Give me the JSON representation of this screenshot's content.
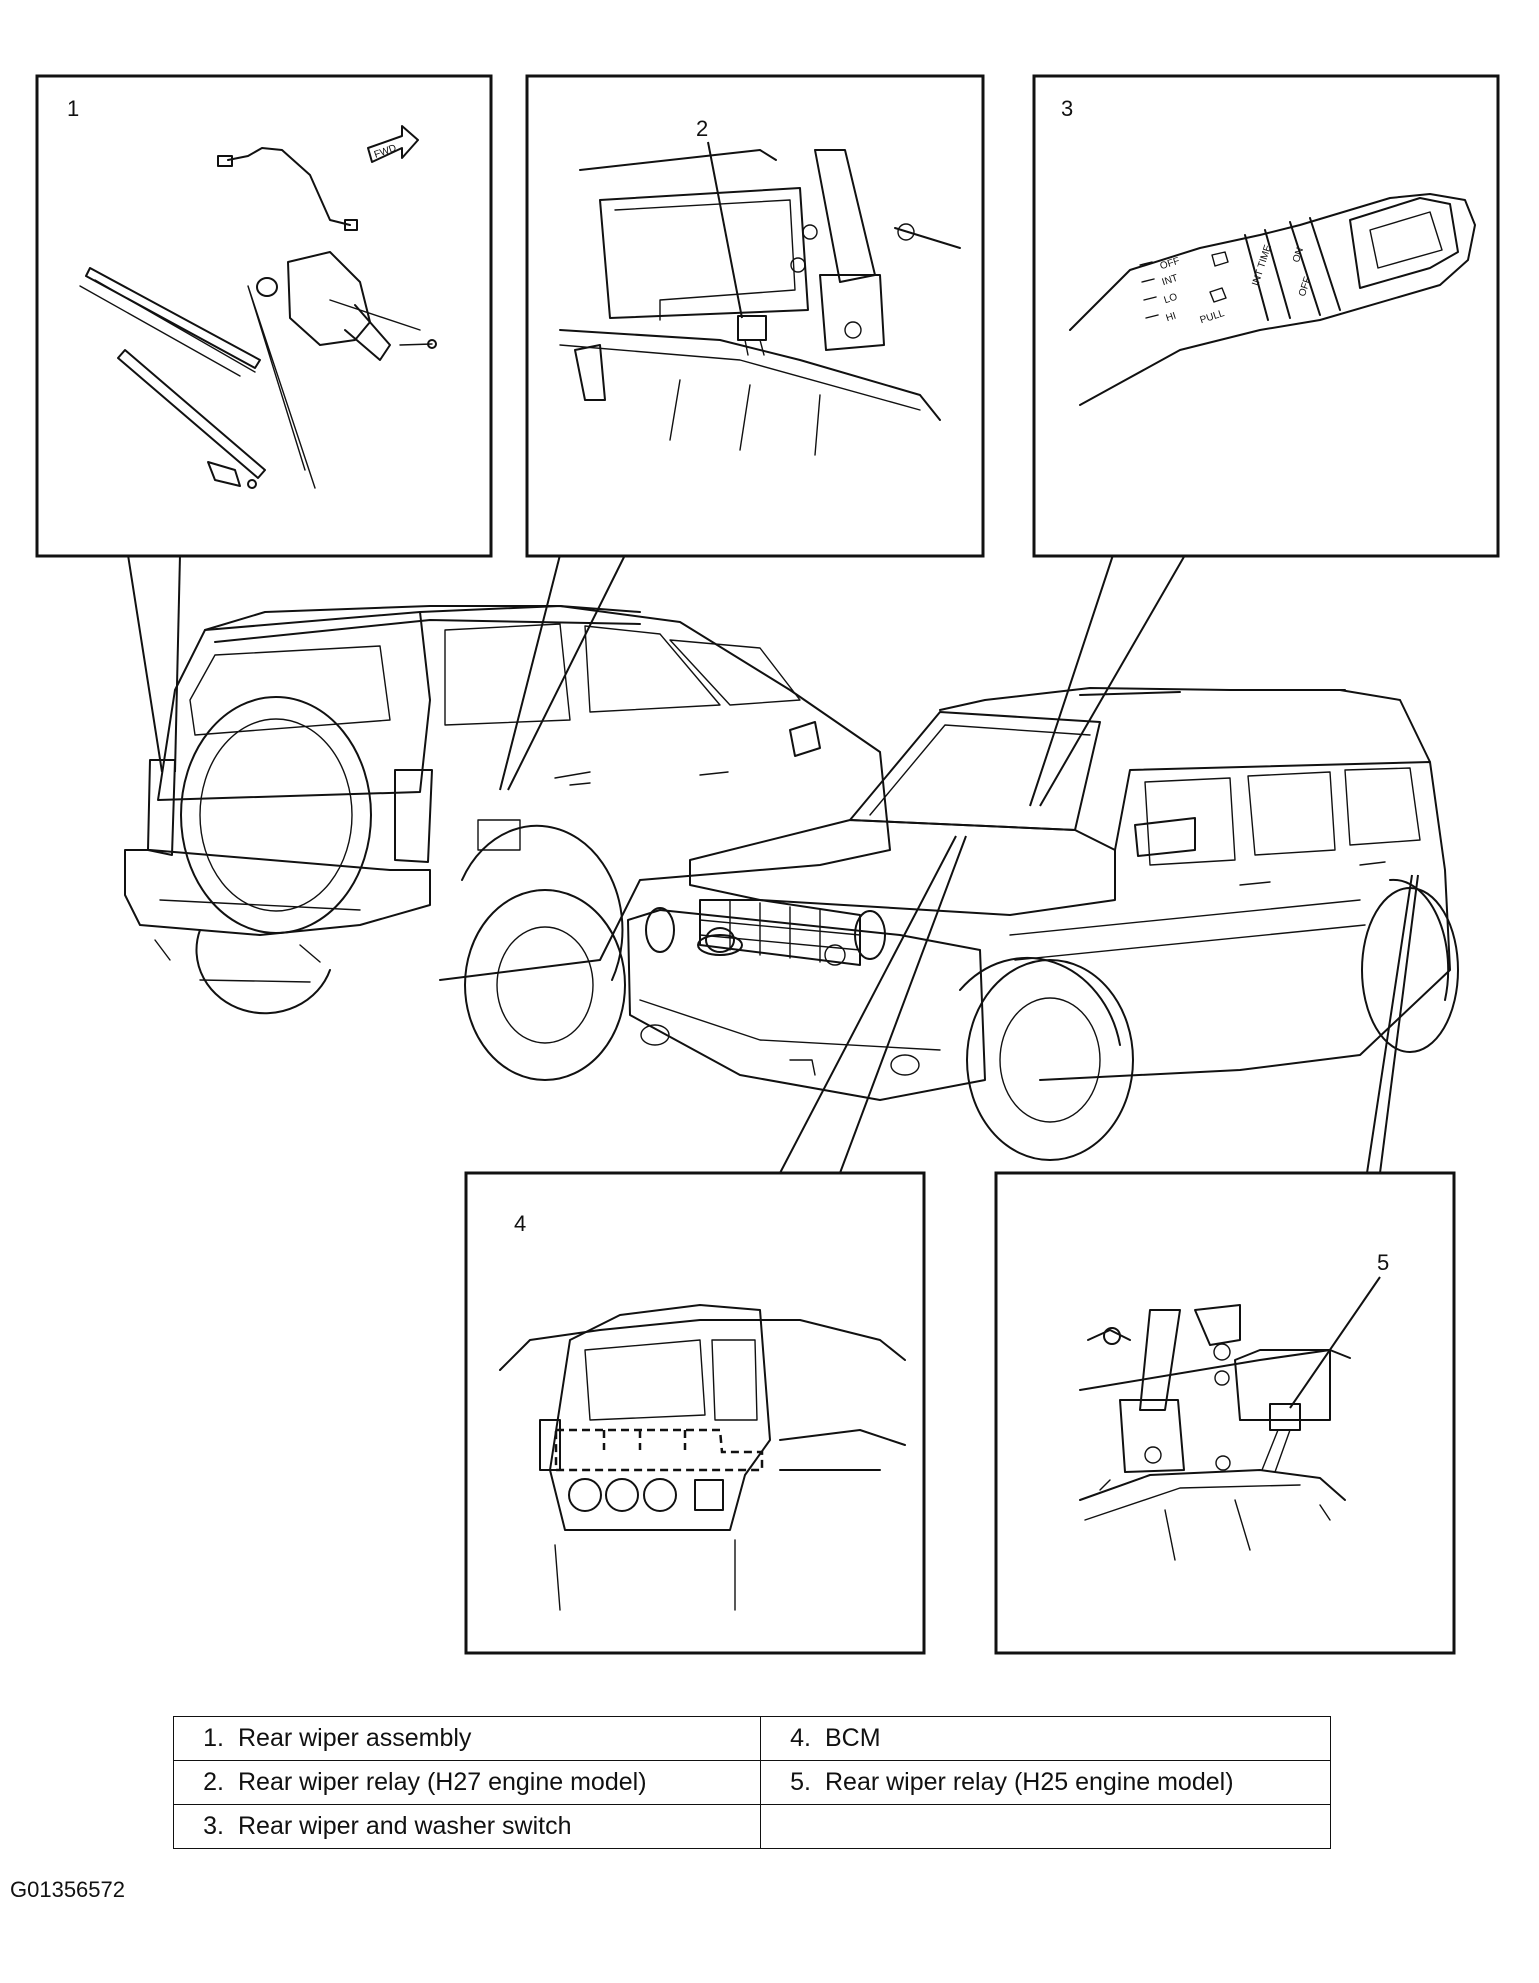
{
  "panels": [
    {
      "number": "1"
    },
    {
      "number": "2"
    },
    {
      "number": "3"
    },
    {
      "number": "4"
    },
    {
      "number": "5"
    }
  ],
  "panel1_marking": "FWD",
  "switch_labels": [
    "OFF",
    "INT",
    "LO",
    "HI",
    "PULL",
    "INT TIME",
    "ON",
    "OFF"
  ],
  "legend": {
    "rows": [
      {
        "left_num": "1.",
        "left_text": "Rear wiper assembly",
        "right_num": "4.",
        "right_text": "BCM"
      },
      {
        "left_num": "2.",
        "left_text": "Rear wiper relay (H27 engine model)",
        "right_num": "5.",
        "right_text": "Rear wiper relay (H25 engine model)"
      },
      {
        "left_num": "3.",
        "left_text": "Rear wiper and washer switch",
        "right_num": "",
        "right_text": ""
      }
    ]
  },
  "figure_id": "G01356572"
}
